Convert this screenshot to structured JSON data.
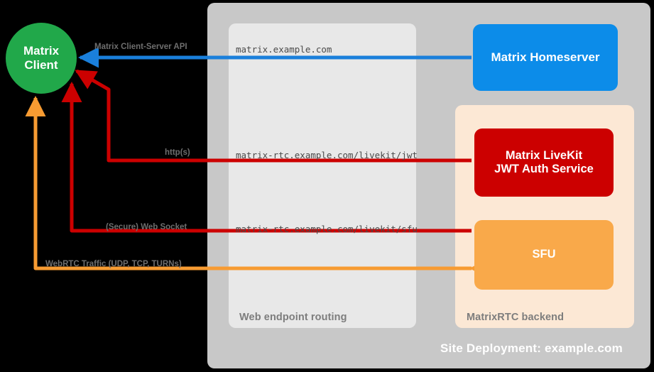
{
  "diagram": {
    "site_title": "Site Deployment: example.com",
    "panels": [
      {
        "id": "web-endpoint-routing",
        "label": "Web endpoint routing"
      },
      {
        "id": "matrixrtc-backend",
        "label": "MatrixRTC backend"
      }
    ],
    "nodes": [
      {
        "id": "matrix-client",
        "label": "Matrix\nClient",
        "shape": "circle",
        "color": "#21a84a"
      },
      {
        "id": "matrix-homeserver",
        "label": "Matrix Homeserver",
        "shape": "rounded-rect",
        "color": "#0c8ce9"
      },
      {
        "id": "matrix-livekit-jwt-auth-service",
        "label": "Matrix LiveKit\nJWT Auth Service",
        "shape": "rounded-rect",
        "color": "#cc0000"
      },
      {
        "id": "sfu",
        "label": "SFU",
        "shape": "rounded-rect",
        "color": "#f9a94a"
      }
    ],
    "edges": [
      {
        "id": "client-server-api",
        "label": "Matrix Client-Server API",
        "endpoint": "matrix.example.com",
        "color": "#1a7fdb",
        "from": "matrix-homeserver",
        "to": "matrix-client"
      },
      {
        "id": "jwt-http",
        "label": "http(s)",
        "endpoint": "matrix-rtc.example.com/livekit/jwt",
        "color": "#cc0000",
        "from": "matrix-client",
        "to": "matrix-livekit-jwt-auth-service"
      },
      {
        "id": "sfu-websocket",
        "label": "(Secure) Web Socket",
        "endpoint": "matrix-rtc.example.com/livekit/sfu",
        "color": "#cc0000",
        "from": "matrix-client",
        "to": "sfu"
      },
      {
        "id": "webrtc-traffic",
        "label": "WebRTC Traffic (UDP, TCP, TURNs)",
        "endpoint": "",
        "color": "#f79b32",
        "from": "matrix-client",
        "to": "sfu"
      }
    ]
  }
}
